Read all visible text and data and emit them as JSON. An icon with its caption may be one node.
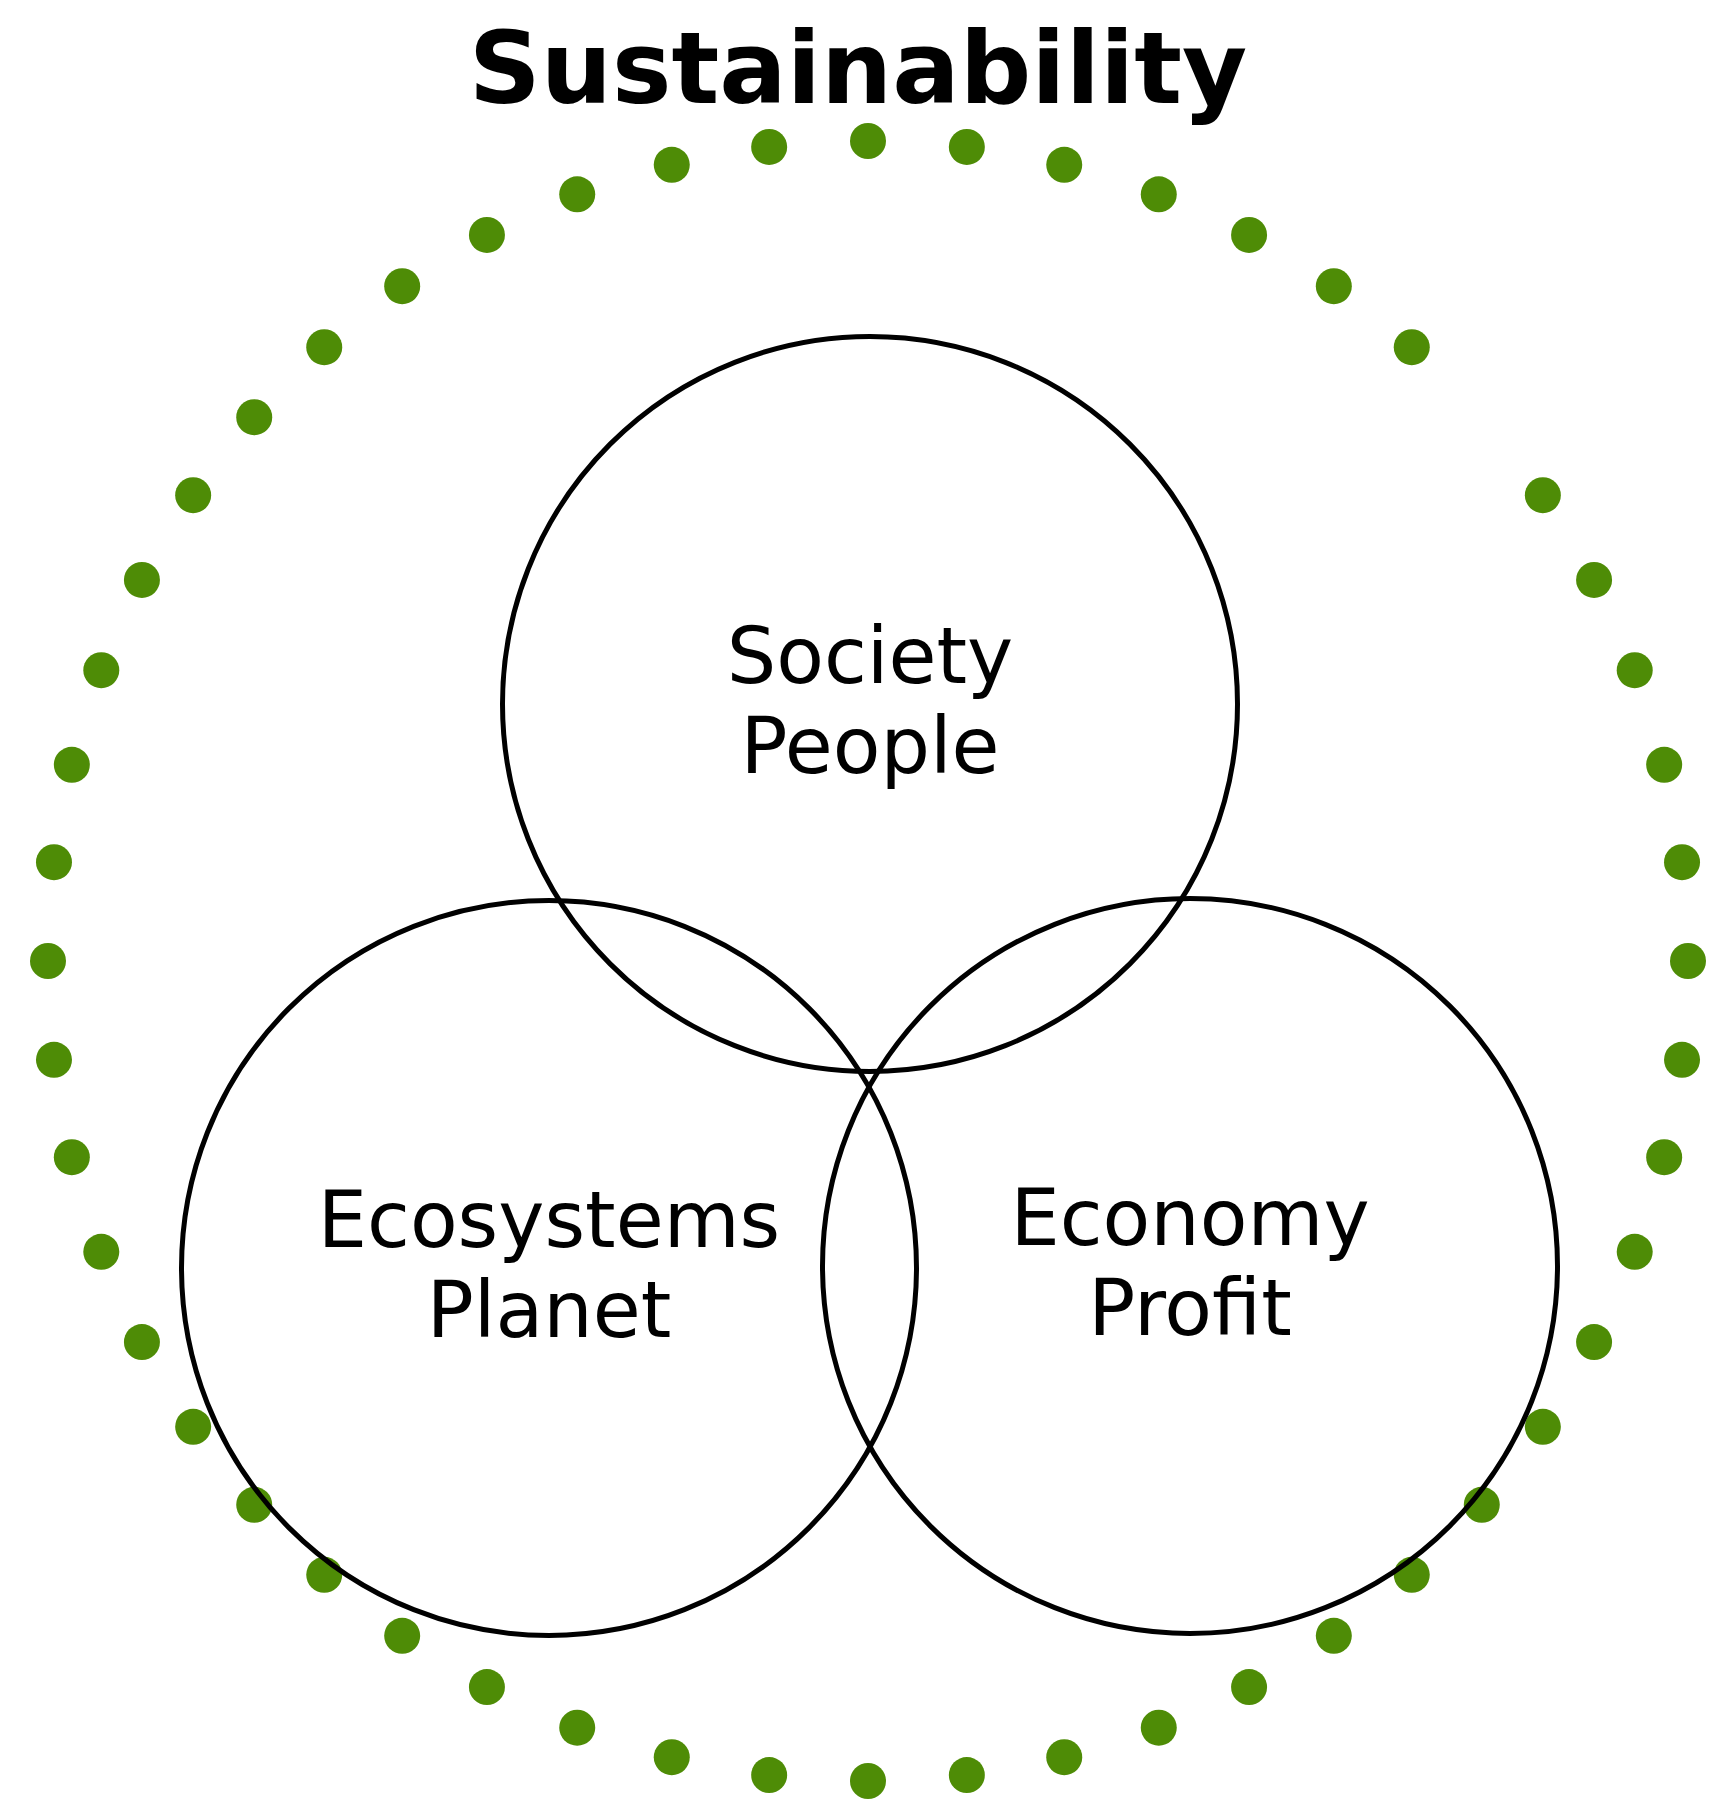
{
  "diagram": {
    "title": "Sustainability",
    "nodes": [
      {
        "text": [
          "Society",
          "People"
        ]
      },
      {
        "text": [
          "Ecosystems",
          "Planet"
        ]
      },
      {
        "text": [
          "Economy",
          "Profit"
        ]
      }
    ]
  }
}
